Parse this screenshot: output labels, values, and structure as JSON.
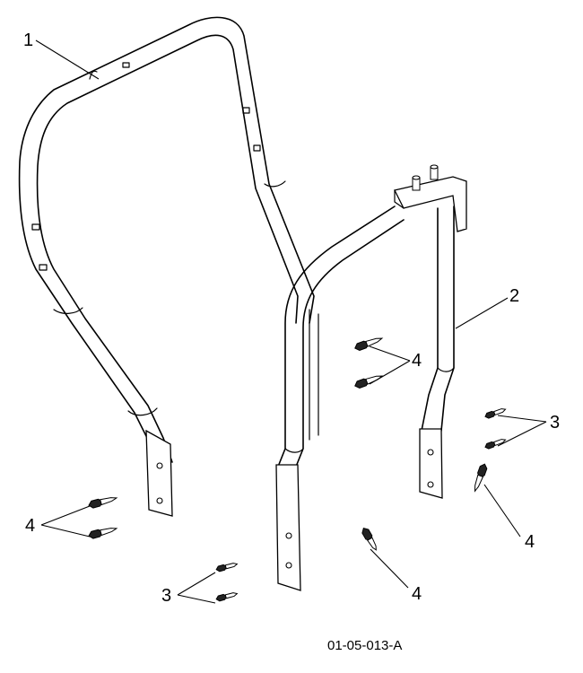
{
  "diagram": {
    "drawing_number": "01-05-013-A",
    "callouts": {
      "c1": "1",
      "c2": "2",
      "c3a": "3",
      "c3b": "3",
      "c4a": "4",
      "c4b": "4",
      "c4c": "4",
      "c4d": "4"
    }
  }
}
